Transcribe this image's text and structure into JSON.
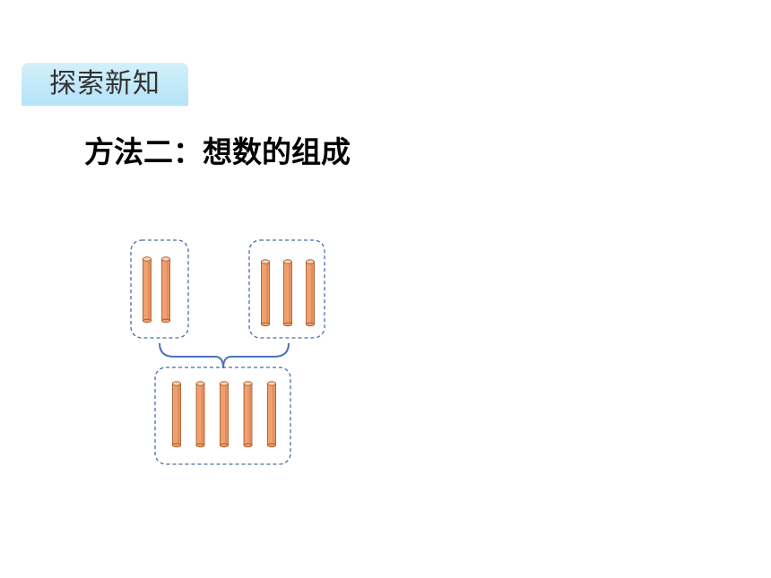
{
  "section_tag": {
    "label": "探索新知"
  },
  "heading": {
    "text": "方法二：想数的组成"
  },
  "colors": {
    "tag_background": "#c6ebfa",
    "stick_fill": "#f0a070",
    "stick_stroke": "#a0501e",
    "box_border": "#4a6aa8",
    "brace": "#4a72c0"
  },
  "groups": [
    {
      "id": "left-part",
      "count": 2
    },
    {
      "id": "right-part",
      "count": 3
    },
    {
      "id": "whole",
      "count": 5
    }
  ]
}
